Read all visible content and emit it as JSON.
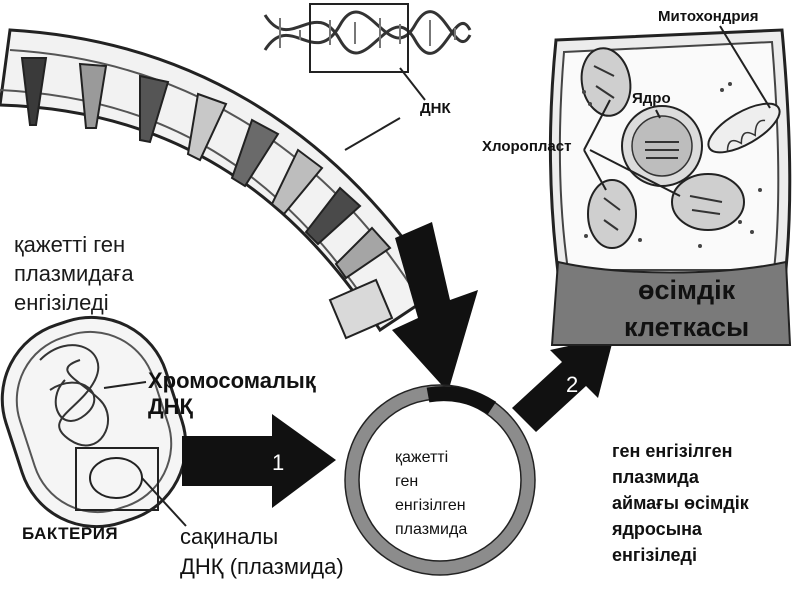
{
  "labels": {
    "dnk": "ДНК",
    "mitochondria": "Митохондрия",
    "nucleus": "Ядро",
    "chloroplast": "Хлоропласт",
    "plant_cell": [
      "өсімдік",
      "клеткасы"
    ],
    "needed_gene": [
      "қажетті ген",
      "плазмидаға",
      "енгізіледі"
    ],
    "chromosomal_dna": [
      "Хромосомалық",
      "ДНҚ"
    ],
    "bacteria": "БАКТЕРИЯ",
    "ring_dna": [
      "сақиналы",
      "ДНҚ (плазмида)"
    ],
    "plasmid_text": [
      "қажетті",
      "ген",
      "енгізілген",
      "плазмида"
    ],
    "gene_inserted": [
      "ген енгізілген",
      "плазмида",
      "аймағы өсімдік",
      "ядросына",
      "енгізіледі"
    ]
  },
  "arrows": {
    "step1": "1",
    "step2": "2"
  },
  "colors": {
    "ink": "#111111",
    "cell_band": "#7a7a7a",
    "ring": "#8c8c8c"
  }
}
